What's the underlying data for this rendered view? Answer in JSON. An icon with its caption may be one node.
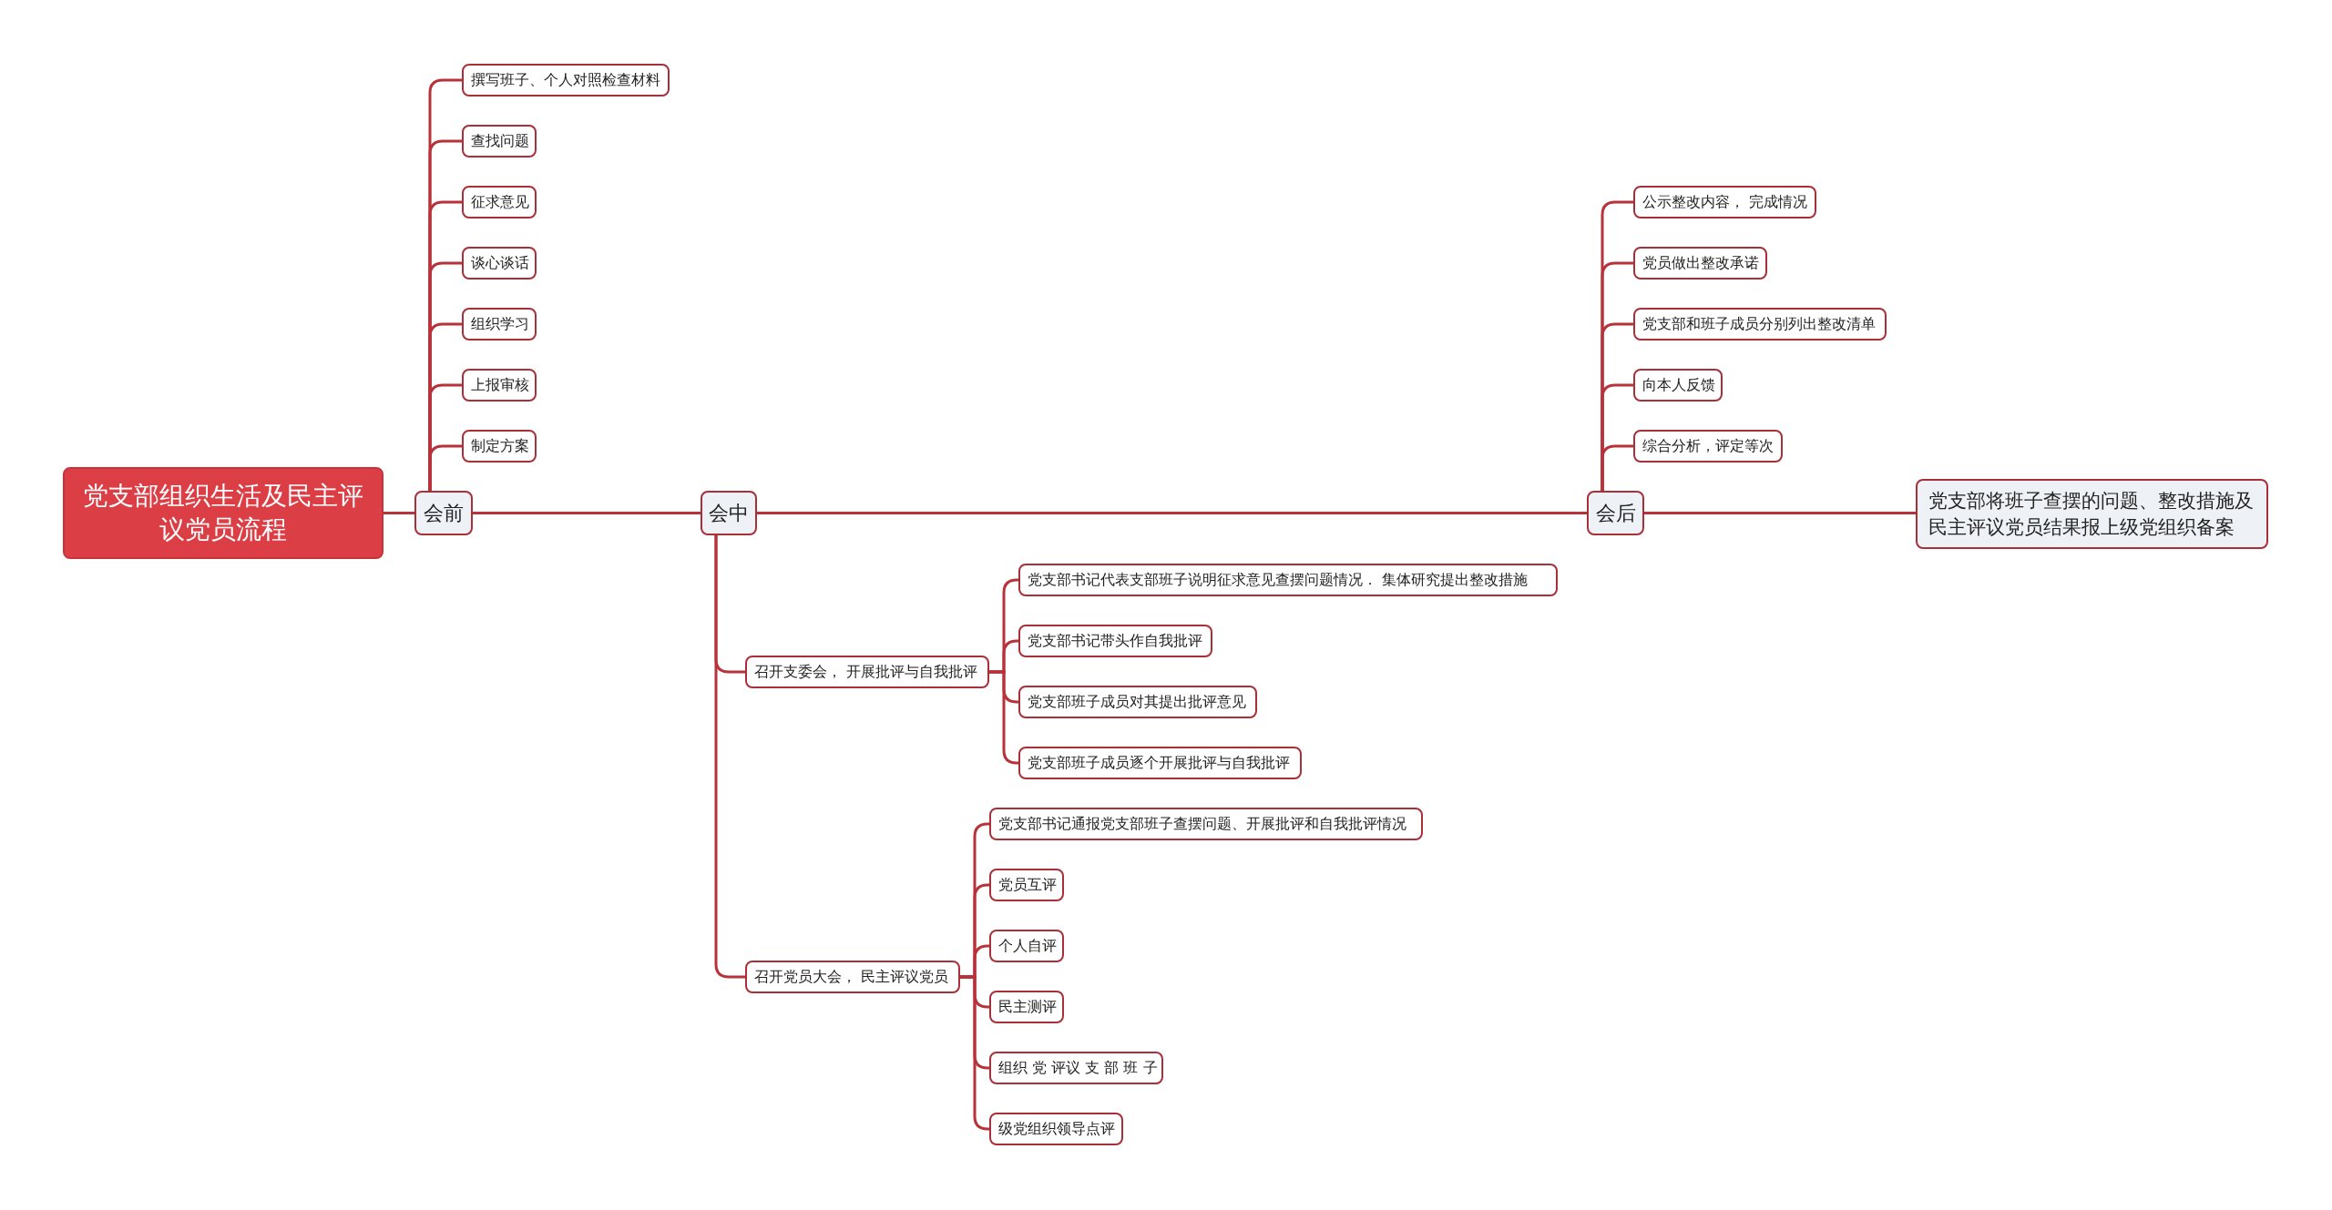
{
  "diagram": {
    "nodes": [
      {
        "text": [
          "党支部组织生活及民主评议党员流程"
        ]
      },
      {
        "text": [
          "会前"
        ]
      },
      {
        "text": [
          "撰写班子、个人对照检查材料"
        ]
      },
      {
        "text": [
          "查找问题"
        ]
      },
      {
        "text": [
          "征求意见"
        ]
      },
      {
        "text": [
          "谈心谈话"
        ]
      },
      {
        "text": [
          "组织学习"
        ]
      },
      {
        "text": [
          "上报审核"
        ]
      },
      {
        "text": [
          "制定方案"
        ]
      },
      {
        "text": [
          "会中"
        ]
      },
      {
        "text": [
          "召开支委会， 开展批评与自我批评"
        ]
      },
      {
        "text": [
          "党支部书记代表支部班子说明征求意见查摆问题情况． 集体研究提出整改措施"
        ]
      },
      {
        "text": [
          "党支部书记带头作自我批评"
        ]
      },
      {
        "text": [
          "党支部班子成员对其提出批评意见"
        ]
      },
      {
        "text": [
          "党支部班子成员逐个开展批评与自我批评"
        ]
      },
      {
        "text": [
          "召开党员大会， 民主评议党员"
        ]
      },
      {
        "text": [
          "党支部书记通报党支部班子查摆问题、开展批评和自我批评情况"
        ]
      },
      {
        "text": [
          "党员互评"
        ]
      },
      {
        "text": [
          "个人自评"
        ]
      },
      {
        "text": [
          "民主测评"
        ]
      },
      {
        "text": [
          "组织 党 评议 支 部 班 子"
        ]
      },
      {
        "text": [
          "级党组织领导点评"
        ]
      },
      {
        "text": [
          "会后"
        ]
      },
      {
        "text": [
          "公示整改内容， 完成情况"
        ]
      },
      {
        "text": [
          "党员做出整改承诺"
        ]
      },
      {
        "text": [
          "党支部和班子成员分别列出整改清单"
        ]
      },
      {
        "text": [
          "向本人反馈"
        ]
      },
      {
        "text": [
          "综合分析，评定等次"
        ]
      },
      {
        "text": [
          "党支部将班子查摆的问题、整改措施及民主评议党员结果报上级党组织备案"
        ]
      }
    ],
    "edges": [
      {
        "from": 0,
        "to": 1,
        "arrow": "none"
      },
      {
        "from": 1,
        "to": 2,
        "arrow": "none"
      },
      {
        "from": 1,
        "to": 3,
        "arrow": "none"
      },
      {
        "from": 1,
        "to": 4,
        "arrow": "none"
      },
      {
        "from": 1,
        "to": 5,
        "arrow": "none"
      },
      {
        "from": 1,
        "to": 6,
        "arrow": "none"
      },
      {
        "from": 1,
        "to": 7,
        "arrow": "none"
      },
      {
        "from": 1,
        "to": 8,
        "arrow": "none"
      },
      {
        "from": 1,
        "to": 9,
        "arrow": "none"
      },
      {
        "from": 9,
        "to": 10,
        "arrow": "none"
      },
      {
        "from": 10,
        "to": 11,
        "arrow": "none"
      },
      {
        "from": 10,
        "to": 12,
        "arrow": "none"
      },
      {
        "from": 10,
        "to": 13,
        "arrow": "none"
      },
      {
        "from": 10,
        "to": 14,
        "arrow": "none"
      },
      {
        "from": 9,
        "to": 15,
        "arrow": "none"
      },
      {
        "from": 15,
        "to": 16,
        "arrow": "none"
      },
      {
        "from": 15,
        "to": 17,
        "arrow": "none"
      },
      {
        "from": 15,
        "to": 18,
        "arrow": "none"
      },
      {
        "from": 15,
        "to": 19,
        "arrow": "none"
      },
      {
        "from": 15,
        "to": 20,
        "arrow": "none"
      },
      {
        "from": 15,
        "to": 21,
        "arrow": "none"
      },
      {
        "from": 9,
        "to": 22,
        "arrow": "none"
      },
      {
        "from": 22,
        "to": 23,
        "arrow": "none"
      },
      {
        "from": 22,
        "to": 24,
        "arrow": "none"
      },
      {
        "from": 22,
        "to": 25,
        "arrow": "none"
      },
      {
        "from": 22,
        "to": 26,
        "arrow": "none"
      },
      {
        "from": 22,
        "to": 27,
        "arrow": "none"
      },
      {
        "from": 22,
        "to": 28,
        "arrow": "none"
      }
    ]
  }
}
